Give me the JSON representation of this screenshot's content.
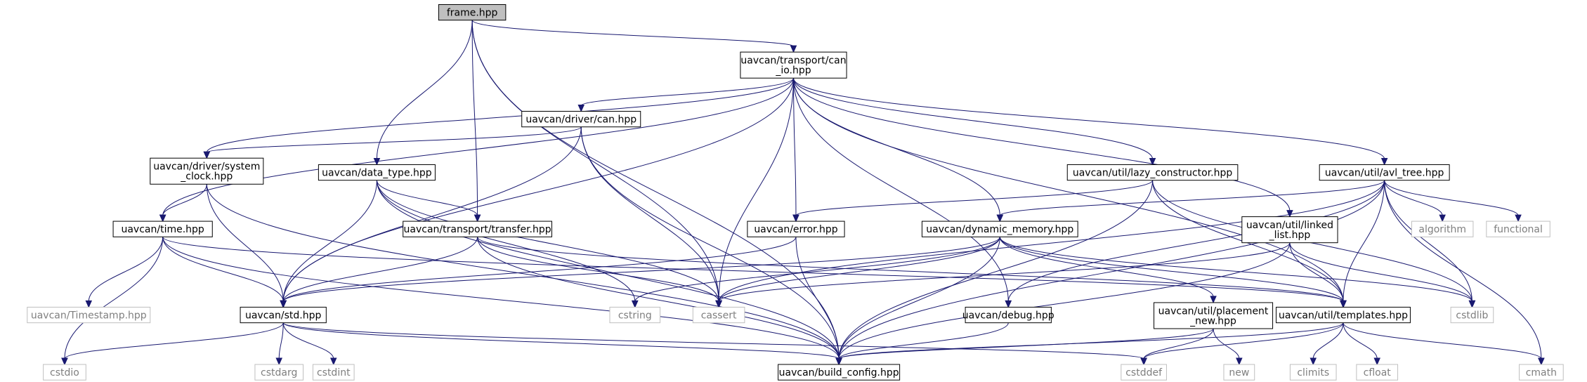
{
  "diagram": {
    "type": "include-dependency-graph",
    "colors": {
      "edge": "#191970",
      "root_fill": "#bfbfbf",
      "ext_border": "#bfbfbf",
      "ext_text": "#7f7f7f"
    },
    "nodes": [
      {
        "id": "frame",
        "kind": "root",
        "lines": [
          "frame.hpp"
        ]
      },
      {
        "id": "can_io",
        "kind": "local",
        "lines": [
          "uavcan/transport/can",
          "_io.hpp"
        ]
      },
      {
        "id": "driver_can",
        "kind": "local",
        "lines": [
          "uavcan/driver/can.hpp"
        ]
      },
      {
        "id": "sysclock",
        "kind": "local",
        "lines": [
          "uavcan/driver/system",
          "_clock.hpp"
        ]
      },
      {
        "id": "data_type",
        "kind": "local",
        "lines": [
          "uavcan/data_type.hpp"
        ]
      },
      {
        "id": "lazy",
        "kind": "local",
        "lines": [
          "uavcan/util/lazy_constructor.hpp"
        ]
      },
      {
        "id": "avl",
        "kind": "local",
        "lines": [
          "uavcan/util/avl_tree.hpp"
        ]
      },
      {
        "id": "time",
        "kind": "local",
        "lines": [
          "uavcan/time.hpp"
        ]
      },
      {
        "id": "transfer",
        "kind": "local",
        "lines": [
          "uavcan/transport/transfer.hpp"
        ]
      },
      {
        "id": "error",
        "kind": "local",
        "lines": [
          "uavcan/error.hpp"
        ]
      },
      {
        "id": "dynmem",
        "kind": "local",
        "lines": [
          "uavcan/dynamic_memory.hpp"
        ]
      },
      {
        "id": "linked",
        "kind": "local",
        "lines": [
          "uavcan/util/linked",
          "_list.hpp"
        ]
      },
      {
        "id": "algorithm",
        "kind": "ext",
        "lines": [
          "algorithm"
        ]
      },
      {
        "id": "functional",
        "kind": "ext",
        "lines": [
          "functional"
        ]
      },
      {
        "id": "timestamp",
        "kind": "ext",
        "lines": [
          "uavcan/Timestamp.hpp"
        ]
      },
      {
        "id": "std",
        "kind": "local",
        "lines": [
          "uavcan/std.hpp"
        ]
      },
      {
        "id": "cstring",
        "kind": "ext",
        "lines": [
          "cstring"
        ]
      },
      {
        "id": "cassert",
        "kind": "ext",
        "lines": [
          "cassert"
        ]
      },
      {
        "id": "debug",
        "kind": "local",
        "lines": [
          "uavcan/debug.hpp"
        ]
      },
      {
        "id": "placement",
        "kind": "local",
        "lines": [
          "uavcan/util/placement",
          "_new.hpp"
        ]
      },
      {
        "id": "templates",
        "kind": "local",
        "lines": [
          "uavcan/util/templates.hpp"
        ]
      },
      {
        "id": "cstdlib",
        "kind": "ext",
        "lines": [
          "cstdlib"
        ]
      },
      {
        "id": "cstdio",
        "kind": "ext",
        "lines": [
          "cstdio"
        ]
      },
      {
        "id": "cstdarg",
        "kind": "ext",
        "lines": [
          "cstdarg"
        ]
      },
      {
        "id": "cstdint",
        "kind": "ext",
        "lines": [
          "cstdint"
        ]
      },
      {
        "id": "build",
        "kind": "local",
        "lines": [
          "uavcan/build_config.hpp"
        ]
      },
      {
        "id": "cstddef",
        "kind": "ext",
        "lines": [
          "cstddef"
        ]
      },
      {
        "id": "new",
        "kind": "ext",
        "lines": [
          "new"
        ]
      },
      {
        "id": "climits",
        "kind": "ext",
        "lines": [
          "climits"
        ]
      },
      {
        "id": "cfloat",
        "kind": "ext",
        "lines": [
          "cfloat"
        ]
      },
      {
        "id": "cmath",
        "kind": "ext",
        "lines": [
          "cmath"
        ]
      }
    ],
    "edges": [
      [
        "frame",
        "can_io"
      ],
      [
        "frame",
        "data_type"
      ],
      [
        "frame",
        "transfer"
      ],
      [
        "frame",
        "cassert"
      ],
      [
        "frame",
        "build"
      ],
      [
        "can_io",
        "driver_can"
      ],
      [
        "can_io",
        "sysclock"
      ],
      [
        "can_io",
        "time"
      ],
      [
        "can_io",
        "std"
      ],
      [
        "can_io",
        "lazy"
      ],
      [
        "can_io",
        "avl"
      ],
      [
        "can_io",
        "error"
      ],
      [
        "can_io",
        "dynmem"
      ],
      [
        "can_io",
        "linked"
      ],
      [
        "can_io",
        "cassert"
      ],
      [
        "can_io",
        "debug"
      ],
      [
        "can_io",
        "templates"
      ],
      [
        "driver_can",
        "sysclock"
      ],
      [
        "driver_can",
        "std"
      ],
      [
        "driver_can",
        "cassert"
      ],
      [
        "driver_can",
        "build"
      ],
      [
        "sysclock",
        "time"
      ],
      [
        "sysclock",
        "std"
      ],
      [
        "sysclock",
        "build"
      ],
      [
        "data_type",
        "transfer"
      ],
      [
        "data_type",
        "std"
      ],
      [
        "data_type",
        "cstring"
      ],
      [
        "data_type",
        "cassert"
      ],
      [
        "data_type",
        "build"
      ],
      [
        "lazy",
        "error"
      ],
      [
        "lazy",
        "build"
      ],
      [
        "lazy",
        "templates"
      ],
      [
        "lazy",
        "cstdlib"
      ],
      [
        "avl",
        "algorithm"
      ],
      [
        "avl",
        "functional"
      ],
      [
        "avl",
        "dynmem"
      ],
      [
        "avl",
        "debug"
      ],
      [
        "avl",
        "cassert"
      ],
      [
        "avl",
        "templates"
      ],
      [
        "avl",
        "cstdlib"
      ],
      [
        "avl",
        "build"
      ],
      [
        "avl",
        "cmath"
      ],
      [
        "time",
        "timestamp"
      ],
      [
        "time",
        "std"
      ],
      [
        "time",
        "cstdio"
      ],
      [
        "time",
        "build"
      ],
      [
        "time",
        "templates"
      ],
      [
        "transfer",
        "std"
      ],
      [
        "transfer",
        "cassert"
      ],
      [
        "transfer",
        "build"
      ],
      [
        "transfer",
        "templates"
      ],
      [
        "error",
        "std"
      ],
      [
        "error",
        "build"
      ],
      [
        "dynmem",
        "std"
      ],
      [
        "dynmem",
        "cstring"
      ],
      [
        "dynmem",
        "cassert"
      ],
      [
        "dynmem",
        "placement"
      ],
      [
        "dynmem",
        "templates"
      ],
      [
        "dynmem",
        "build"
      ],
      [
        "dynmem",
        "cstdlib"
      ],
      [
        "linked",
        "cassert"
      ],
      [
        "linked",
        "templates"
      ],
      [
        "linked",
        "build"
      ],
      [
        "linked",
        "cstdlib"
      ],
      [
        "std",
        "cstdio"
      ],
      [
        "std",
        "cstdarg"
      ],
      [
        "std",
        "cstdint"
      ],
      [
        "std",
        "build"
      ],
      [
        "std",
        "cstddef"
      ],
      [
        "debug",
        "build"
      ],
      [
        "placement",
        "cstddef"
      ],
      [
        "placement",
        "new"
      ],
      [
        "placement",
        "build"
      ],
      [
        "templates",
        "build"
      ],
      [
        "templates",
        "cstddef"
      ],
      [
        "templates",
        "climits"
      ],
      [
        "templates",
        "cfloat"
      ],
      [
        "templates",
        "cmath"
      ]
    ]
  }
}
